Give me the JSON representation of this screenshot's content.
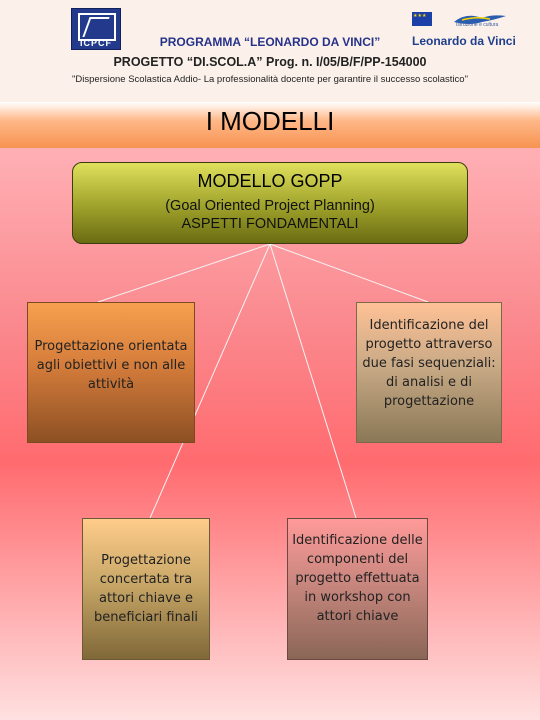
{
  "header": {
    "logo_left_text": "ICPCF",
    "logo_right_small": "Istruzione e cultura",
    "logo_right_name": "Leonardo da Vinci",
    "program_title": "PROGRAMMA “LEONARDO DA VINCI”",
    "project_line": "PROGETTO “DI.SCOL.A” Prog. n. I/05/B/F/PP-154000",
    "subtitle": "\"Dispersione Scolastica Addio- La professionalità docente per garantire il successo scolastico\""
  },
  "main_title": "I MODELLI",
  "diagram": {
    "root": {
      "title": "MODELLO GOPP",
      "line2": "(Goal Oriented Project Planning)",
      "line3": "ASPETTI FONDAMENTALI"
    },
    "nodes": [
      {
        "label": "Progettazione orientata agli obiettivi e non alle attività"
      },
      {
        "label": "Identificazione del progetto attraverso due fasi sequenziali: di analisi e di progettazione"
      },
      {
        "label": "Progettazione concertata tra attori chiave e beneficiari finali"
      },
      {
        "label": "Identificazione delle componenti del progetto effettuata in workshop con attori chiave"
      }
    ]
  },
  "colors": {
    "root_fill": "#9ea12a",
    "header_bg": "#fbf1ea",
    "accent_orange": "#f79350",
    "background_red": "#ff6b6f"
  }
}
